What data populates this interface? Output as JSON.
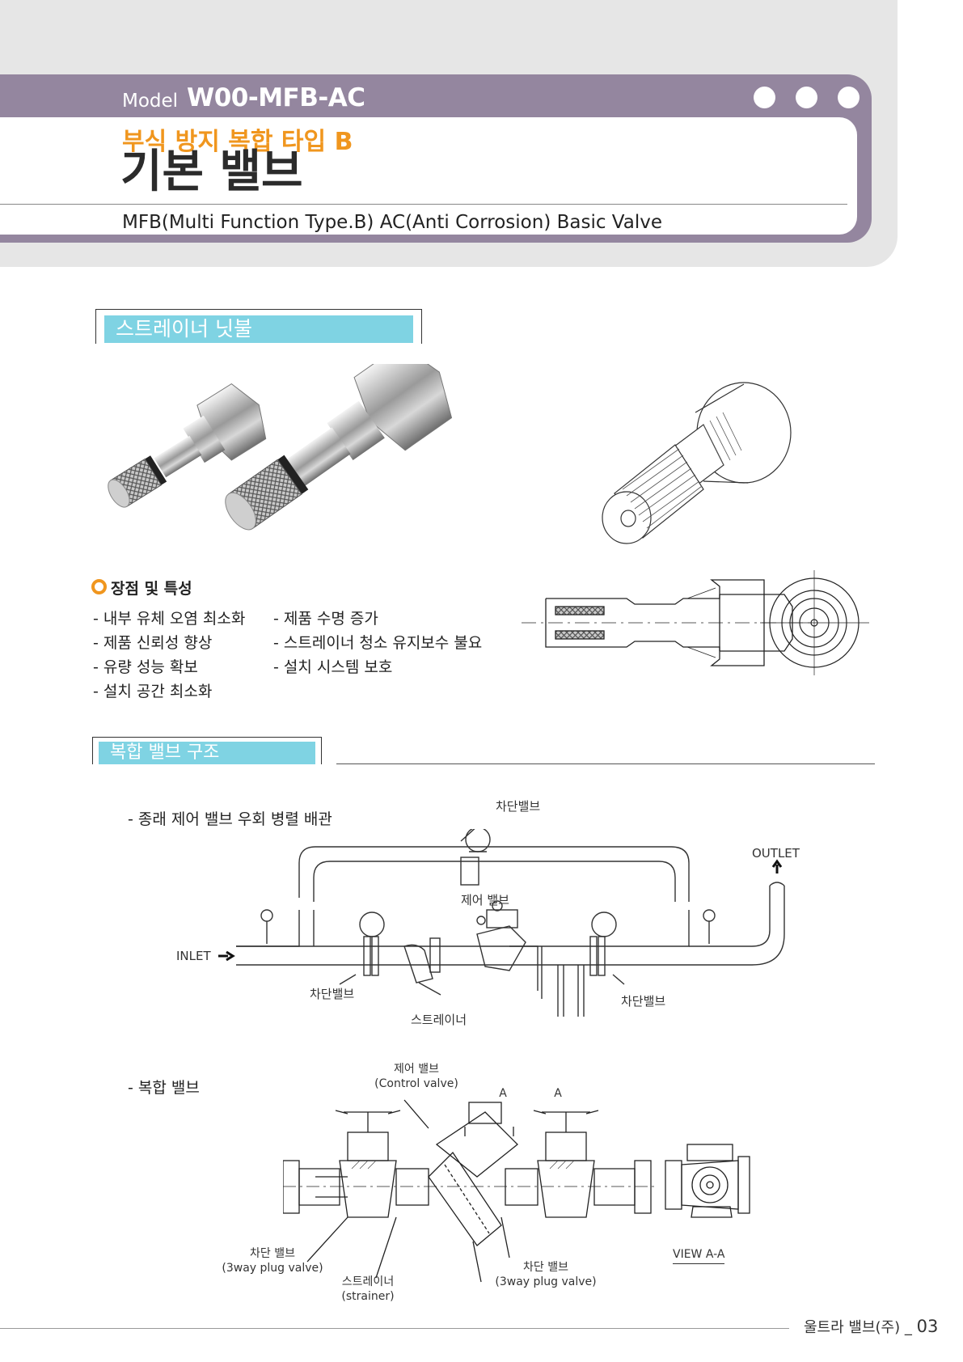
{
  "header": {
    "model_label": "Model",
    "model_value": "W00-MFB-AC",
    "subtitle": "부식 방지 복합 타입 B",
    "title": "기본 밸브",
    "english": "MFB(Multi Function Type.B) AC(Anti Corrosion) Basic Valve"
  },
  "section1": {
    "title": "스트레이너 닛불",
    "features_title": "장점 및 특성",
    "features_left": [
      "- 내부 유체 오염 최소화",
      "- 제품 신뢰성 향상",
      "- 유량 성능 확보",
      "- 설치 공간 최소화"
    ],
    "features_right": [
      "- 제품 수명 증가",
      "- 스트레이너 청소 유지보수 불요",
      "- 설치 시스템 보호"
    ]
  },
  "section2": {
    "title": "복합 밸브 구조",
    "diagram1": {
      "desc": "- 종래 제어 밸브 우회 병렬 배관",
      "labels": {
        "shutoff_top": "차단밸브",
        "control": "제어 밸브",
        "outlet": "OUTLET",
        "inlet": "INLET",
        "shutoff_left": "차단밸브",
        "shutoff_right": "차단밸브",
        "strainer": "스트레이너"
      }
    },
    "diagram2": {
      "desc": "- 복합 밸브",
      "labels": {
        "control_ko": "제어 밸브",
        "control_en": "(Control valve)",
        "section_a1": "A",
        "section_a2": "A",
        "shutoff_left_ko": "차단 밸브",
        "shutoff_left_en": "(3way plug valve)",
        "strainer_ko": "스트레이너",
        "strainer_en": "(strainer)",
        "shutoff_right_ko": "차단 밸브",
        "shutoff_right_en": "(3way plug valve)",
        "view": "VIEW A-A"
      }
    }
  },
  "footer": {
    "company": "울트라 밸브(주) _ ",
    "page": "03"
  },
  "colors": {
    "header_band": "#94869f",
    "accent_orange": "#f0961e",
    "section_cyan": "#7fd3e3",
    "page_gray": "#e6e6e6"
  }
}
